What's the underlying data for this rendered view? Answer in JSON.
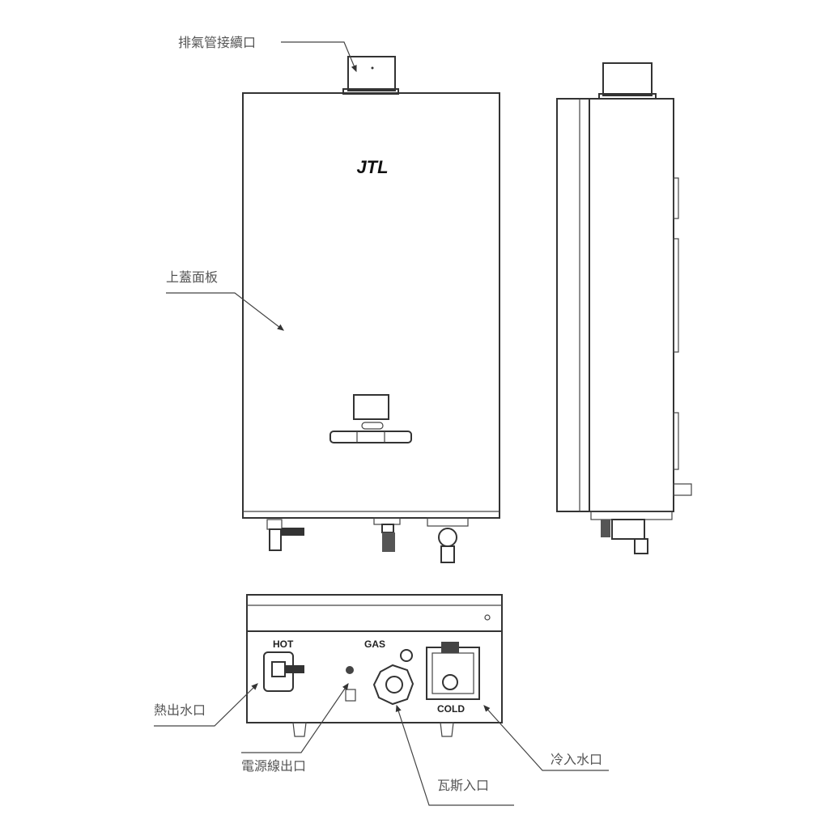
{
  "logo": "JTL",
  "callouts": {
    "exhaust": "排氣管接續口",
    "top_cover": "上蓋面板",
    "hot_outlet": "熱出水口",
    "power_outlet": "電源線出口",
    "gas_inlet": "瓦斯入口",
    "cold_inlet": "冷入水口"
  },
  "port_tags": {
    "hot": "HOT",
    "gas": "GAS",
    "cold": "COLD"
  }
}
